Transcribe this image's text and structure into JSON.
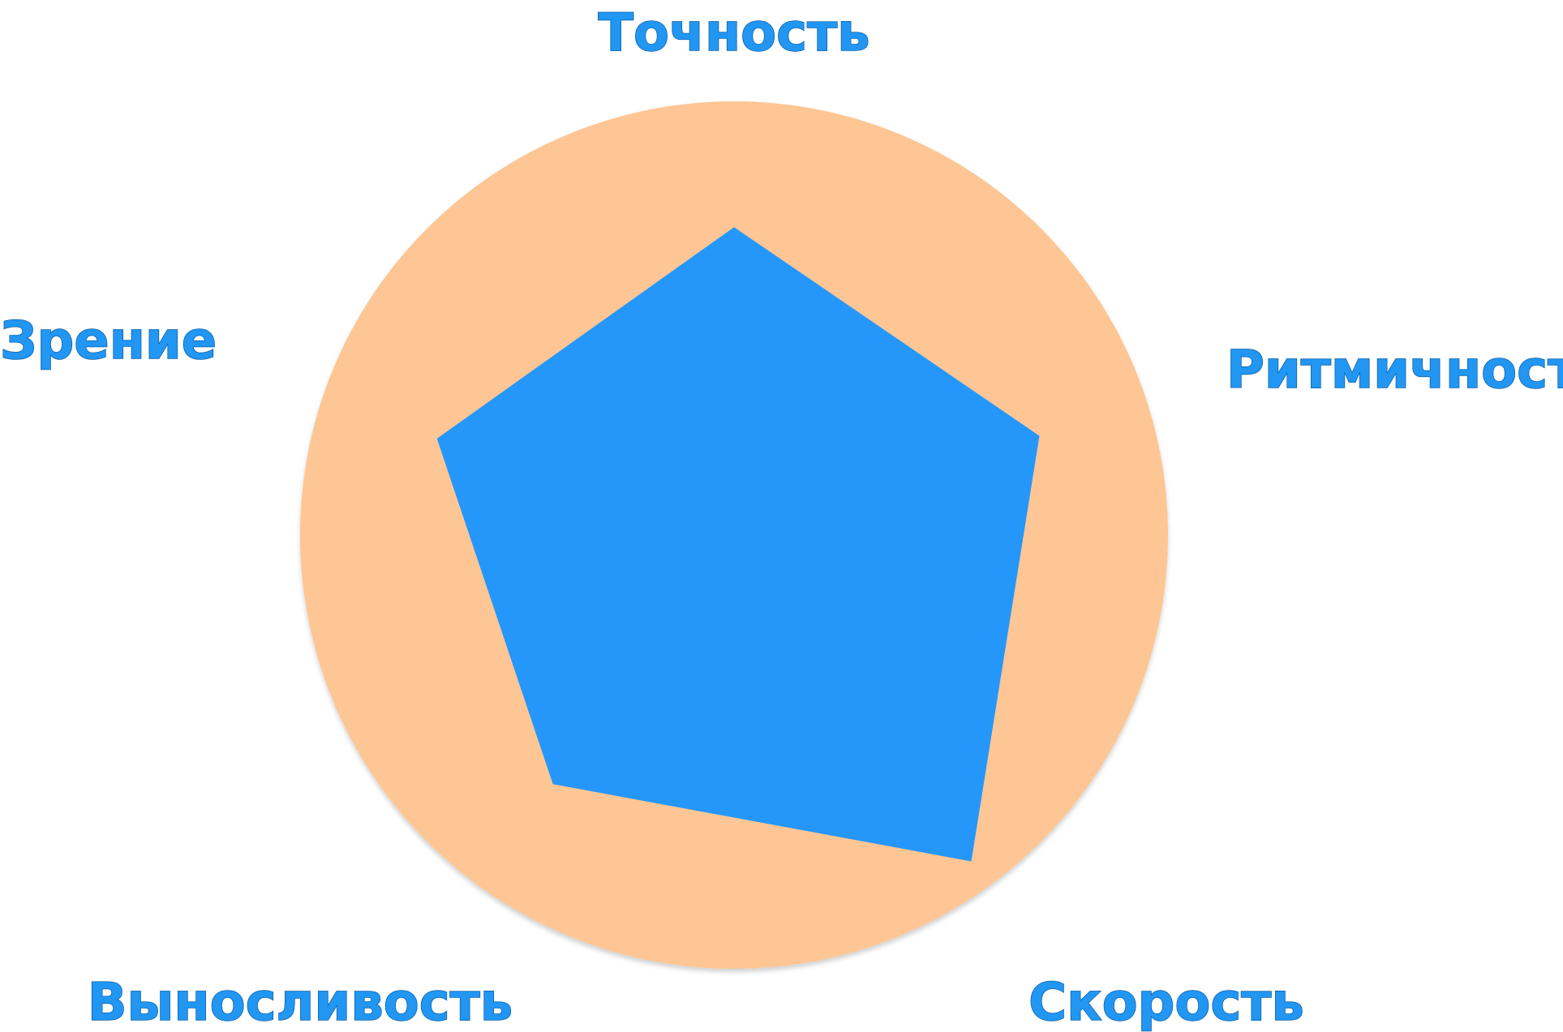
{
  "chart_data": {
    "type": "radar",
    "title": "",
    "axes": [
      "Точность",
      "Ритмичность",
      "Скорость",
      "Выносливость",
      "Зрение"
    ],
    "values": [
      0.71,
      0.74,
      0.93,
      0.71,
      0.72
    ],
    "range": [
      0,
      1
    ],
    "grid": false,
    "legend": "none",
    "colors": {
      "background_circle": "#fdc694",
      "polygon_fill": "#2597fb",
      "label_fill": "#2196f3",
      "label_stroke": "#0d5fa6"
    }
  }
}
